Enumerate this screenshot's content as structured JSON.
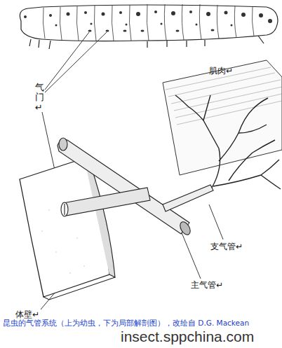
{
  "diagram": {
    "caption": "昆虫的气管系统（上为幼虫，下为局部解剖图），改绘自 D.G. Mackean",
    "labels": [
      "气门↵",
      "肌肉↵",
      "支气管↵",
      "主气管↵",
      "体壁↵",
      "insect.sppchina.com"
    ]
  }
}
